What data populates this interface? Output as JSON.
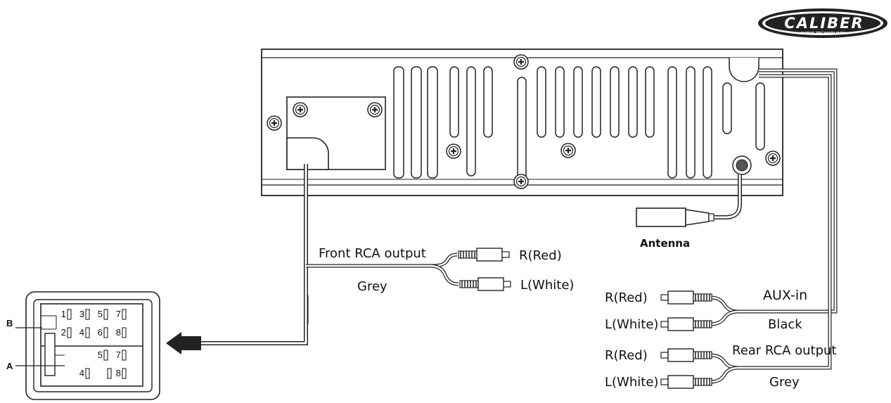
{
  "logo": {
    "brand": "CALIBER",
    "tagline": "AUDIO TECHNOLOGY"
  },
  "labels": {
    "antenna": "Antenna",
    "front_rca": "Front RCA output",
    "front_color": "Grey",
    "front_r": "R(Red)",
    "front_l": "L(White)",
    "aux_in": "AUX-in",
    "aux_color": "Black",
    "aux_r": "R(Red)",
    "aux_l": "L(White)",
    "rear_rca": "Rear RCA output",
    "rear_color": "Grey",
    "rear_r": "R(Red)",
    "rear_l": "L(White)"
  },
  "connector": {
    "label_a": "A",
    "label_b": "B",
    "row1": [
      "1",
      "3",
      "5",
      "7"
    ],
    "row2": [
      "2",
      "4",
      "6",
      "8"
    ],
    "row3": [
      "5",
      "7"
    ],
    "row4": [
      "4",
      "8"
    ]
  },
  "colors": {
    "line": "#222222",
    "fill": "#ffffff"
  }
}
